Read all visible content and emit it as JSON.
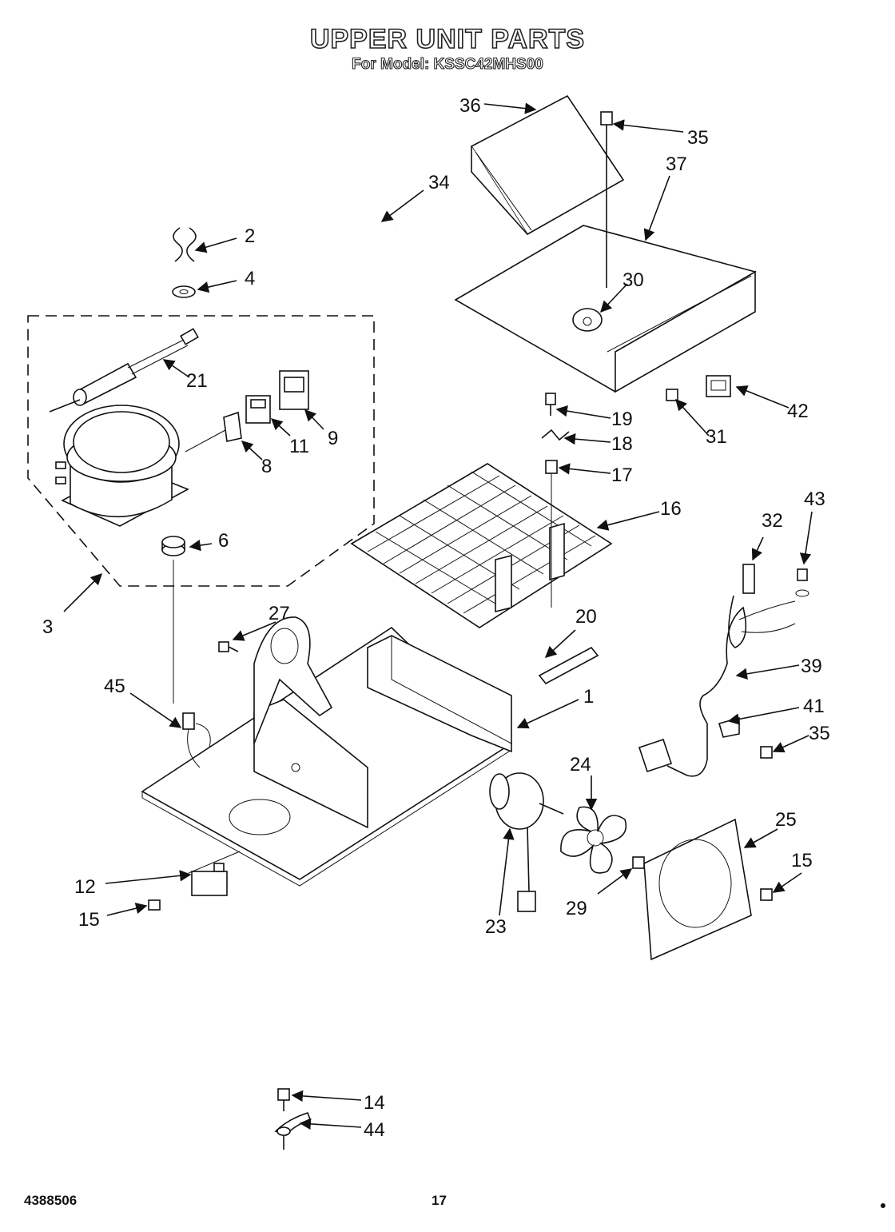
{
  "header": {
    "title": "UPPER UNIT PARTS",
    "subtitle": "For Model: KSSC42MHS00"
  },
  "callouts": {
    "c1": "1",
    "c2": "2",
    "c3": "3",
    "c4": "4",
    "c6": "6",
    "c8": "8",
    "c9": "9",
    "c11": "11",
    "c12": "12",
    "c14": "14",
    "c15a": "15",
    "c15b": "15",
    "c16": "16",
    "c17": "17",
    "c18": "18",
    "c19": "19",
    "c20": "20",
    "c21": "21",
    "c23": "23",
    "c24": "24",
    "c25": "25",
    "c27": "27",
    "c29": "29",
    "c30": "30",
    "c31": "31",
    "c32": "32",
    "c34": "34",
    "c35a": "35",
    "c35b": "35",
    "c36": "36",
    "c37": "37",
    "c39": "39",
    "c41": "41",
    "c42": "42",
    "c43": "43",
    "c44": "44",
    "c45": "45"
  },
  "footer": {
    "doc_number": "4388506",
    "page_number": "17"
  }
}
